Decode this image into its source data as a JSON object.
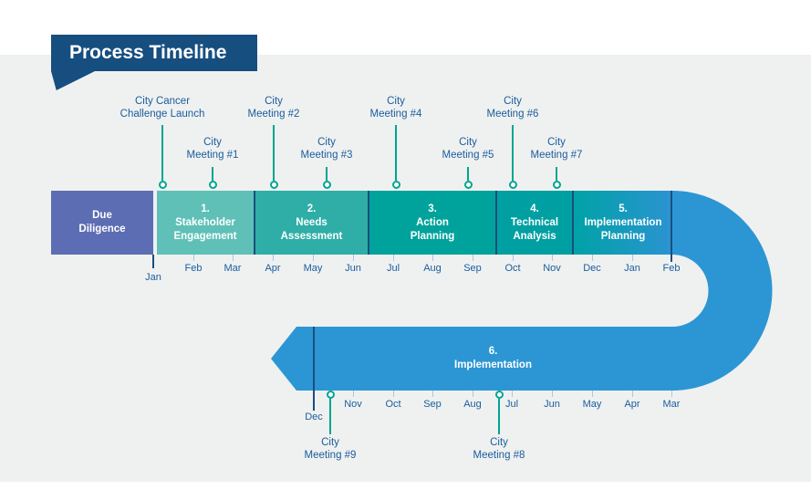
{
  "title": "Process Timeline",
  "colors": {
    "background_gray": "#EFF1F0",
    "banner_navy": "#164E80",
    "text_blue": "#1A5C9E",
    "line_navy": "#1B4E7E",
    "marker_teal": "#00A591",
    "tick_light_blue": "#A9C7E4",
    "phase_due_diligence": "#5D6DB3",
    "phase_1": "#5FC0B8",
    "phase_2": "#2FAEA7",
    "phase_3": "#00A39B",
    "phase_4": "#009FA1",
    "phase_5_gradient_start": "#00A2A6",
    "phase_5_gradient_end": "#2B93D1",
    "implementation_blue": "#2C96D4"
  },
  "phases_top": [
    {
      "lines": [
        "Due",
        "Diligence"
      ]
    },
    {
      "lines": [
        "1.",
        "Stakeholder",
        "Engagement"
      ]
    },
    {
      "lines": [
        "2.",
        "Needs",
        "Assessment"
      ]
    },
    {
      "lines": [
        "3.",
        "Action",
        "Planning"
      ]
    },
    {
      "lines": [
        "4.",
        "Technical",
        "Analysis"
      ]
    },
    {
      "lines": [
        "5.",
        "Implementation",
        "Planning"
      ]
    }
  ],
  "phase_bottom": {
    "lines": [
      "6.",
      "Implementation"
    ]
  },
  "months_top": [
    "Jan",
    "Feb",
    "Mar",
    "Apr",
    "May",
    "Jun",
    "Jul",
    "Aug",
    "Sep",
    "Oct",
    "Nov",
    "Dec",
    "Jan",
    "Feb"
  ],
  "months_bottom": [
    "Dec",
    "Nov",
    "Oct",
    "Sep",
    "Aug",
    "Jul",
    "Jun",
    "May",
    "Apr",
    "Mar"
  ],
  "meetings_top": [
    {
      "lines": [
        "City Cancer",
        "Challenge Launch"
      ]
    },
    {
      "lines": [
        "City",
        "Meeting #1"
      ]
    },
    {
      "lines": [
        "City",
        "Meeting #2"
      ]
    },
    {
      "lines": [
        "City",
        "Meeting #3"
      ]
    },
    {
      "lines": [
        "City",
        "Meeting #4"
      ]
    },
    {
      "lines": [
        "City",
        "Meeting #5"
      ]
    },
    {
      "lines": [
        "City",
        "Meeting #6"
      ]
    },
    {
      "lines": [
        "City",
        "Meeting #7"
      ]
    }
  ],
  "meetings_bottom": [
    {
      "lines": [
        "City",
        "Meeting #9"
      ]
    },
    {
      "lines": [
        "City",
        "Meeting #8"
      ]
    }
  ]
}
